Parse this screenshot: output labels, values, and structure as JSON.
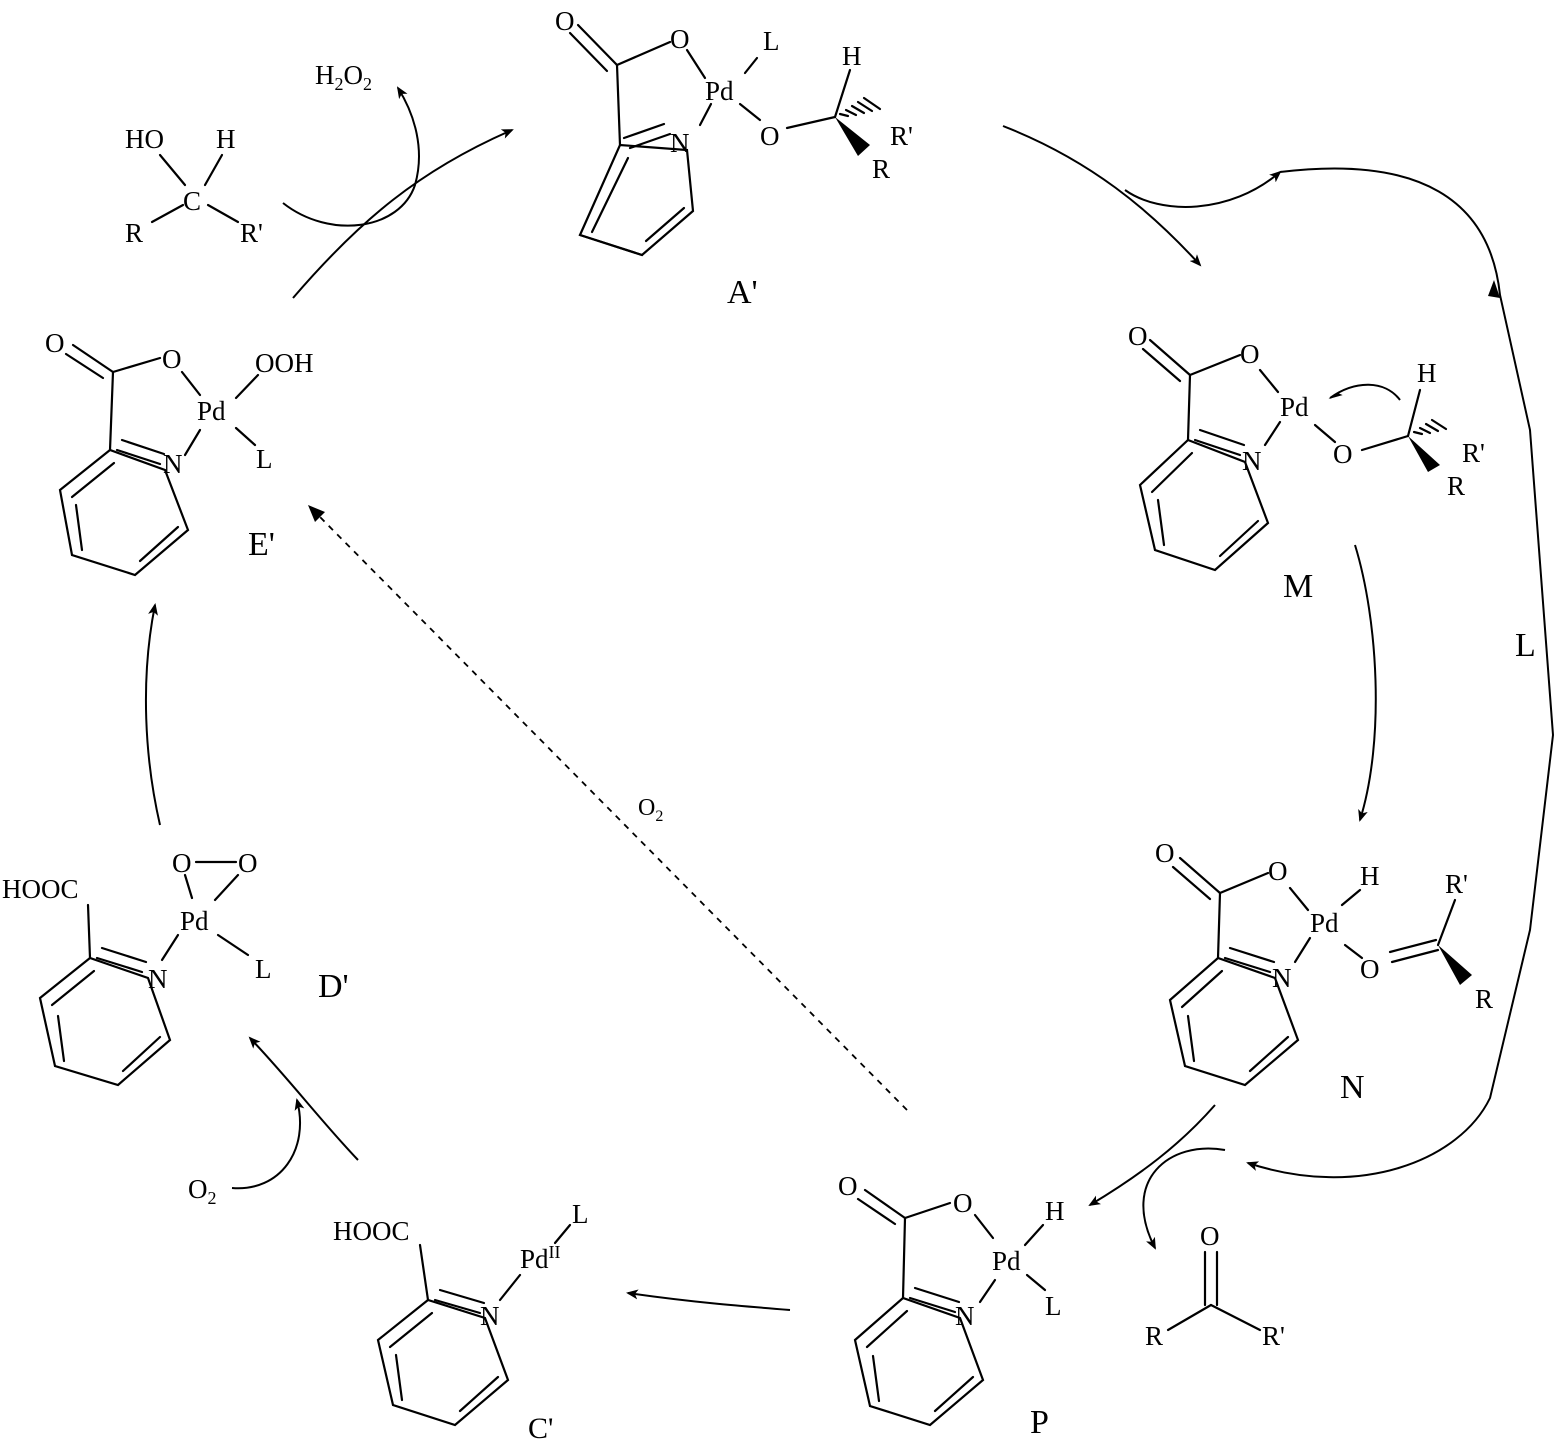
{
  "atoms": {
    "O": "O",
    "N": "N",
    "Pd": "Pd",
    "H": "H",
    "L": "L",
    "R": "R",
    "Rp": "R'",
    "C": "C",
    "HO": "HO",
    "OOH": "OOH",
    "HOOC": "HOOC",
    "Pd_II": "Pd",
    "II": "II"
  },
  "reagents": {
    "h2o2_main": "H",
    "h2o2_sub1": "2",
    "h2o2_mid": "O",
    "h2o2_sub2": "2",
    "o2_main": "O",
    "o2_sub": "2"
  },
  "compounds": {
    "A": "A'",
    "M": "M",
    "N": "N",
    "P": "P",
    "C": "C'",
    "D": "D'",
    "E": "E'"
  },
  "ligand_loop_label": "L"
}
